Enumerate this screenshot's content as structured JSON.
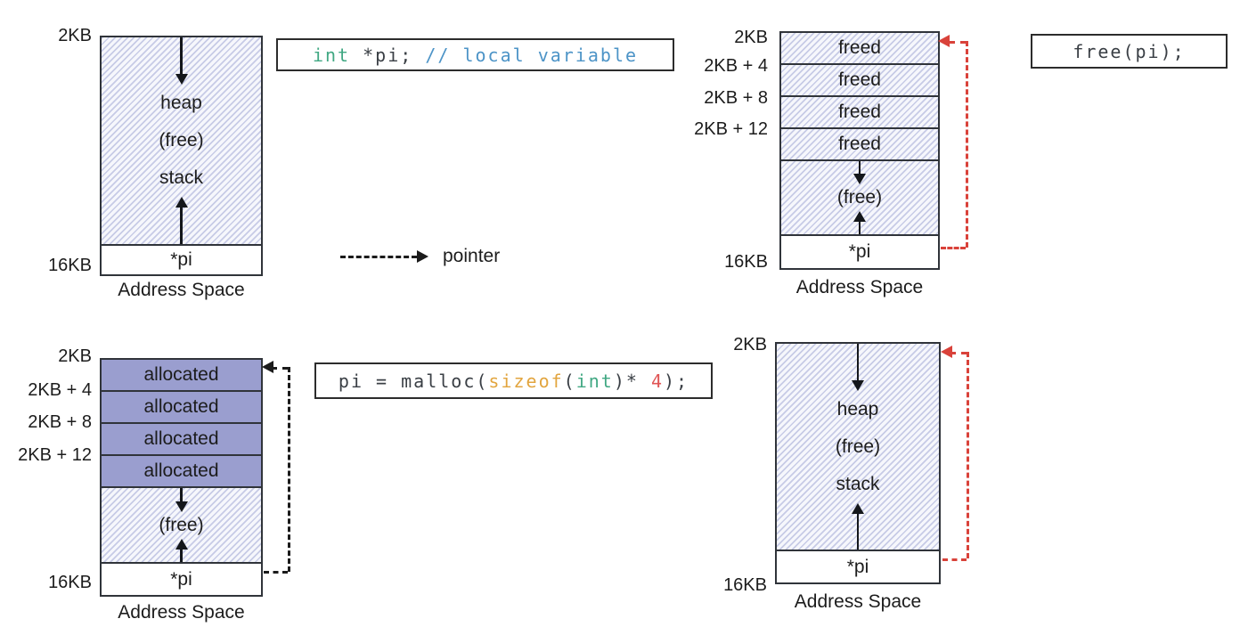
{
  "legend": {
    "pointer_label": "pointer"
  },
  "code": {
    "declare_tokens": [
      {
        "text": "int",
        "color": "#41a883"
      },
      {
        "text": " *pi; ",
        "color": "#3a3f45"
      },
      {
        "text": "// local variable",
        "color": "#4d94c7"
      }
    ],
    "malloc_tokens": [
      {
        "text": "pi = malloc(",
        "color": "#3a3f45"
      },
      {
        "text": "sizeof",
        "color": "#e2a53f"
      },
      {
        "text": "(",
        "color": "#3a3f45"
      },
      {
        "text": "int",
        "color": "#41a883"
      },
      {
        "text": ")* ",
        "color": "#3a3f45"
      },
      {
        "text": "4",
        "color": "#e05555"
      },
      {
        "text": ");",
        "color": "#3a3f45"
      }
    ],
    "free_tokens": [
      {
        "text": "free(pi);",
        "color": "#3a3f45"
      }
    ]
  },
  "diagrams": {
    "declared": {
      "top_label": "2KB",
      "bottom_label": "16KB",
      "caption": "Address Space",
      "heap_label": "heap",
      "free_label": "(free)",
      "stack_label": "stack",
      "pointer_cell": "*pi"
    },
    "freed": {
      "row_labels": [
        "2KB",
        "2KB + 4",
        "2KB + 8",
        "2KB + 12"
      ],
      "rows": [
        "freed",
        "freed",
        "freed",
        "freed"
      ],
      "free_label": "(free)",
      "pointer_cell": "*pi",
      "bottom_label": "16KB",
      "caption": "Address Space"
    },
    "allocated": {
      "row_labels": [
        "2KB",
        "2KB + 4",
        "2KB + 8",
        "2KB + 12"
      ],
      "rows": [
        "allocated",
        "allocated",
        "allocated",
        "allocated"
      ],
      "free_label": "(free)",
      "pointer_cell": "*pi",
      "bottom_label": "16KB",
      "caption": "Address Space"
    },
    "final": {
      "top_label": "2KB",
      "bottom_label": "16KB",
      "caption": "Address Space",
      "heap_label": "heap",
      "free_label": "(free)",
      "stack_label": "stack",
      "pointer_cell": "*pi"
    }
  },
  "colors": {
    "allocated_fill": "#9a9ecf",
    "hatch_line": "#c7cbe6",
    "pointer_red": "#d9423a",
    "pointer_black": "#1b1b1b"
  }
}
